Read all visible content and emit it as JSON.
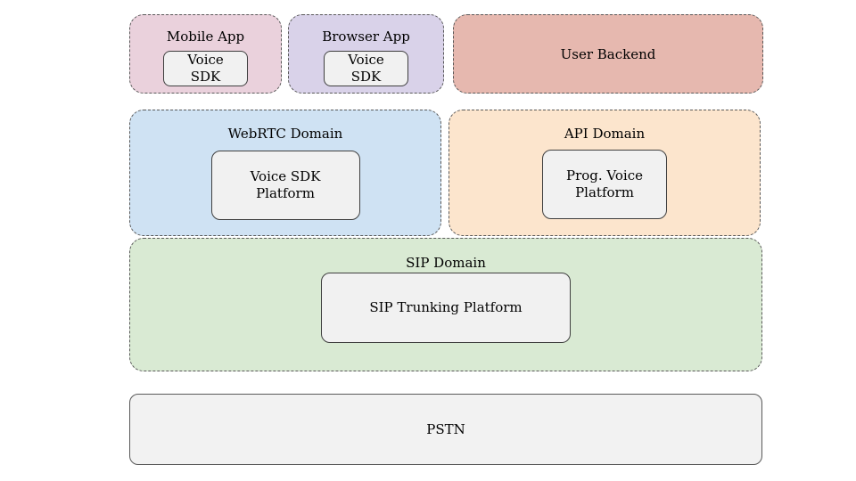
{
  "nodes": {
    "mobile_app": {
      "label": "Mobile App"
    },
    "mobile_voice_sdk": {
      "line1": "Voice",
      "line2": "SDK"
    },
    "browser_app": {
      "label": "Browser App"
    },
    "browser_voice_sdk": {
      "line1": "Voice",
      "line2": "SDK"
    },
    "user_backend": {
      "label": "User Backend"
    },
    "webrtc_domain": {
      "label": "WebRTC Domain"
    },
    "voice_sdk_platform": {
      "line1": "Voice SDK",
      "line2": "Platform"
    },
    "api_domain": {
      "label": "API Domain"
    },
    "prog_voice_platform": {
      "line1": "Prog. Voice",
      "line2": "Platform"
    },
    "sip_domain": {
      "label": "SIP Domain"
    },
    "sip_trunking_platform": {
      "label": "SIP Trunking Platform"
    },
    "pstn": {
      "label": "PSTN"
    }
  },
  "palette": {
    "mobile_app_fill": "#ead1dc",
    "browser_app_fill": "#d9d2e9",
    "user_backend_fill": "#e6b8af",
    "webrtc_domain_fill": "#cfe2f3",
    "api_domain_fill": "#fce5cd",
    "sip_domain_fill": "#d9ead3",
    "platform_box_fill": "#f1f1f1",
    "pstn_fill": "#f2f2f2",
    "dashed_border": "#595959",
    "solid_border": "#3f3f3f",
    "text": "#000000"
  }
}
